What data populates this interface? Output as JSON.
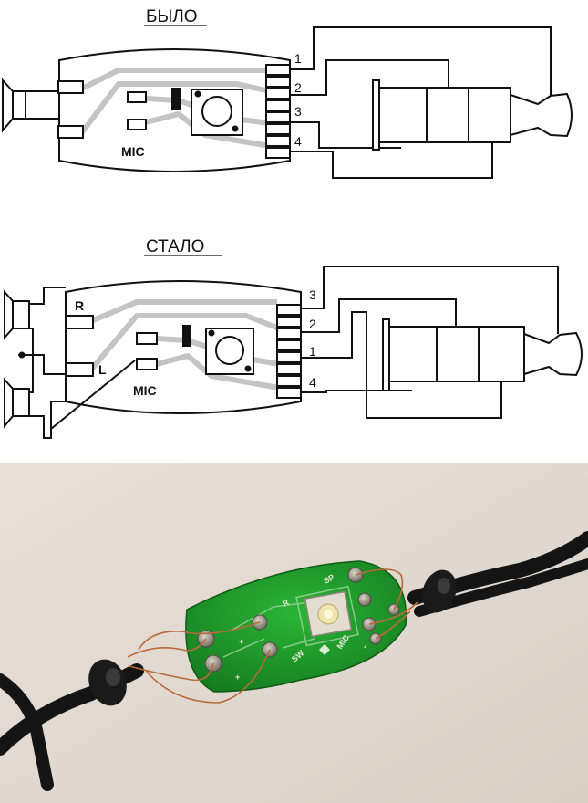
{
  "before": {
    "title": "БЫЛО",
    "pins": [
      "1",
      "2",
      "3",
      "4"
    ],
    "mic_label": "MIC"
  },
  "after": {
    "title": "СТАЛО",
    "pins": [
      "3",
      "2",
      "1",
      "4"
    ],
    "mic_label": "MIC",
    "right_label": "R",
    "left_label": "L"
  },
  "photo": {
    "silkscreen": [
      "SP",
      "R",
      "SW",
      "MIC",
      "+",
      "−",
      "+"
    ]
  },
  "colors": {
    "board_outline": "#111111",
    "trace_gray": "#c4c4c4",
    "pcb_green": "#1f9e2a",
    "cable_black": "#141414",
    "photo_bg": "#e4dbd2"
  }
}
